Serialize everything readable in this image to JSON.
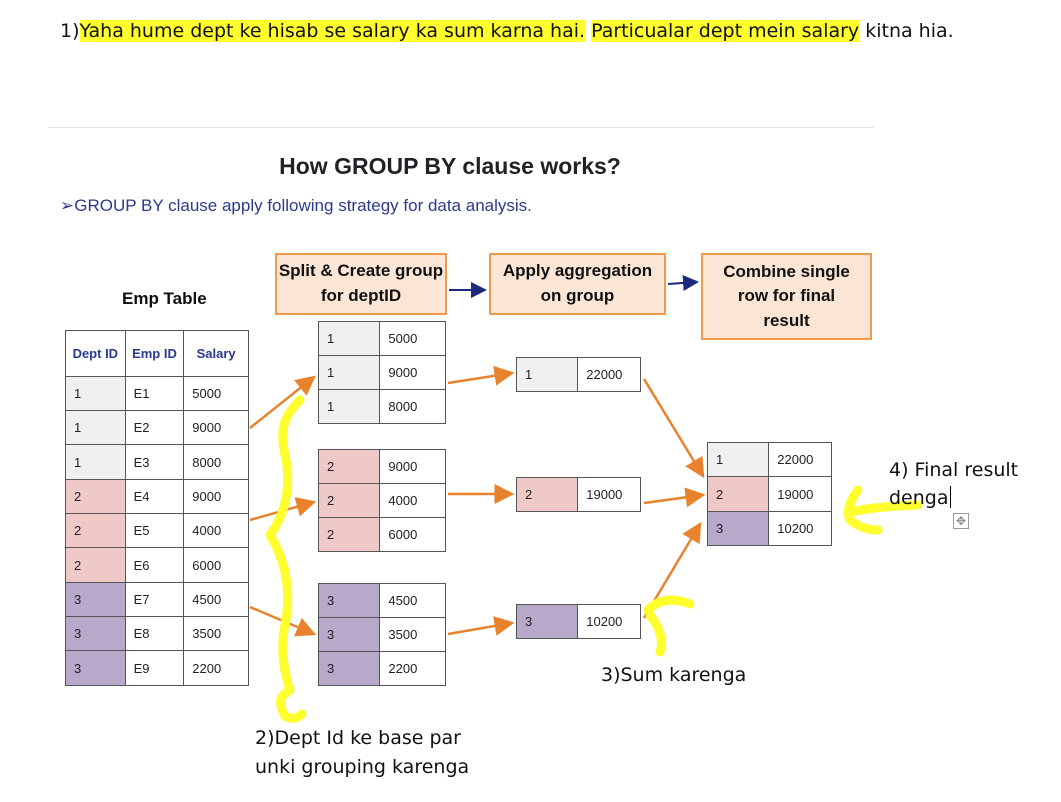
{
  "annotations": {
    "note1_prefix": "1)",
    "note1_part1": "Yaha hume dept ke hisab se salary ka sum karna hai.",
    "note1_part2": "Particualar dept mein salary",
    "note1_suffix": " kitna hia.",
    "note2_line1": "2)Dept Id ke base par",
    "note2_line2": "unki grouping karenga",
    "note3": "3)Sum karenga",
    "note4_line1": "4) Final result",
    "note4_line2": "denga"
  },
  "slide": {
    "title": "How GROUP BY clause works?",
    "subtitle": "➢GROUP BY clause  apply following strategy for data analysis."
  },
  "steps": {
    "split": "Split & Create group for deptID",
    "apply": "Apply aggregation on group",
    "combine": "Combine single row for final result"
  },
  "emp_table": {
    "caption": "Emp Table",
    "headers": [
      "Dept ID",
      "Emp ID",
      "Salary"
    ],
    "rows": [
      [
        "1",
        "E1",
        "5000"
      ],
      [
        "1",
        "E2",
        "9000"
      ],
      [
        "1",
        "E3",
        "8000"
      ],
      [
        "2",
        "E4",
        "9000"
      ],
      [
        "2",
        "E5",
        "4000"
      ],
      [
        "2",
        "E6",
        "6000"
      ],
      [
        "3",
        "E7",
        "4500"
      ],
      [
        "3",
        "E8",
        "3500"
      ],
      [
        "3",
        "E9",
        "2200"
      ]
    ]
  },
  "groups": [
    {
      "rows": [
        [
          "1",
          "5000"
        ],
        [
          "1",
          "9000"
        ],
        [
          "1",
          "8000"
        ]
      ]
    },
    {
      "rows": [
        [
          "2",
          "9000"
        ],
        [
          "2",
          "4000"
        ],
        [
          "2",
          "6000"
        ]
      ]
    },
    {
      "rows": [
        [
          "3",
          "4500"
        ],
        [
          "3",
          "3500"
        ],
        [
          "3",
          "2200"
        ]
      ]
    }
  ],
  "aggregates": [
    [
      "1",
      "22000"
    ],
    [
      "2",
      "19000"
    ],
    [
      "3",
      "10200"
    ]
  ],
  "final": [
    [
      "1",
      "22000"
    ],
    [
      "2",
      "19000"
    ],
    [
      "3",
      "10200"
    ]
  ],
  "colors": {
    "group1": "#f0f0f0",
    "group2": "#efc8c8",
    "group3": "#b8a9cb",
    "arrow": "#e9822c",
    "highlight": "#ffff2e",
    "title_blue": "#2c3a8c"
  }
}
